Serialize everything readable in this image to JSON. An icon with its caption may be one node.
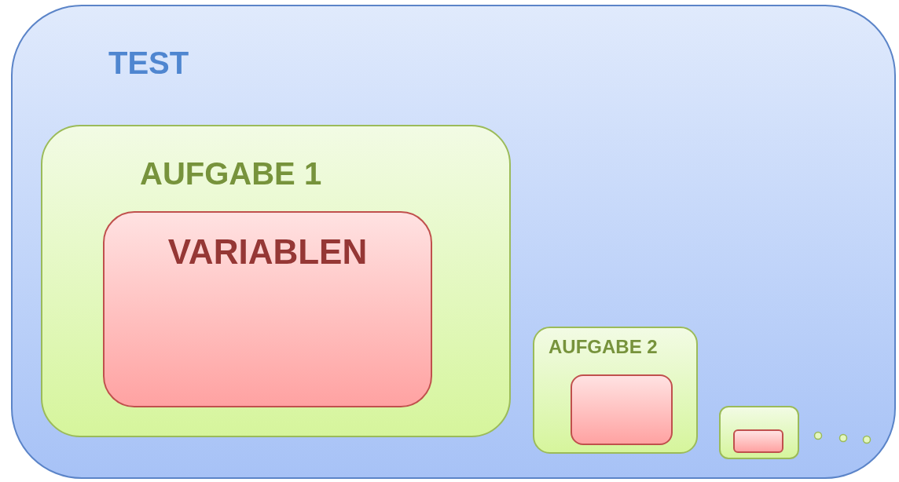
{
  "diagram": {
    "nodes": [
      {
        "text": [
          "TEST"
        ]
      },
      {
        "text": [
          "AUFGABE 1"
        ],
        "in": 0
      },
      {
        "text": [
          "VARIABLEN"
        ],
        "in": 1
      },
      {
        "text": [
          "AUFGABE 2"
        ],
        "in": 0
      },
      {
        "text": [],
        "shape": "box",
        "in": 3
      },
      {
        "text": [],
        "shape": "box",
        "in": 0
      },
      {
        "text": [],
        "shape": "box",
        "in": 5
      }
    ]
  }
}
